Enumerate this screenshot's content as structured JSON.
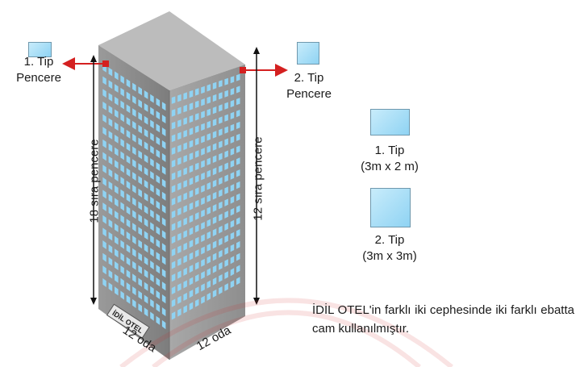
{
  "left_label": {
    "line1": "1. Tip",
    "line2": "Pencere"
  },
  "right_label": {
    "line1": "2. Tip",
    "line2": "Pencere"
  },
  "legend": [
    {
      "line1": "1. Tip",
      "line2": "(3m x 2 m)"
    },
    {
      "line1": "2. Tip",
      "line2": "(3m x 3m)"
    }
  ],
  "rows_left": "18 sıra pencere",
  "rows_right": "12 sıra pencere",
  "rooms_front": "12 oda",
  "rooms_side": "12 oda",
  "hotel_sign": "İDİL OTEL",
  "description": "İDİL OTEL'in farklı iki cephesinde iki farklı ebatta cam kullanılmıştır.",
  "colors": {
    "window": "#8fd3f3",
    "arrow": "#d42020",
    "roof": "#b9b9b9",
    "left_wall": "#8c8c8c",
    "right_wall": "#a2a2a2"
  }
}
